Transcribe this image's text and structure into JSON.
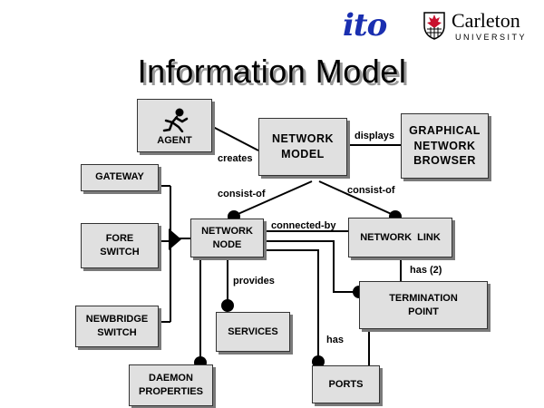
{
  "header": {
    "logo_text": "ito",
    "university_name": "Carleton",
    "university_sub": "UNIVERSITY",
    "title": "Information Model"
  },
  "nodes": {
    "agent": "AGENT",
    "network_model": "NETWORK\nMODEL",
    "browser": "GRAPHICAL\nNETWORK\nBROWSER",
    "gateway": "GATEWAY",
    "fore_switch": "FORE\nSWITCH",
    "newbridge_switch": "NEWBRIDGE\nSWITCH",
    "network_node": "NETWORK\nNODE",
    "network_link": "NETWORK  LINK",
    "termination_point": "TERMINATION\nPOINT",
    "services": "SERVICES",
    "ports": "PORTS",
    "daemon_properties": "DAEMON\nPROPERTIES"
  },
  "relations": {
    "creates": "creates",
    "displays": "displays",
    "consist_of_left": "consist-of",
    "consist_of_right": "consist-of",
    "connected_by": "connected-by",
    "has_2": "has (2)",
    "provides": "provides",
    "has": "has"
  }
}
